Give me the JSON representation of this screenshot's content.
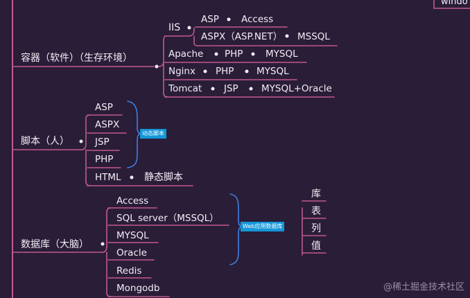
{
  "top_right_fragment": "windo",
  "branches": {
    "container": {
      "label": "容器（软件）（生存环境）",
      "iis": "IIS",
      "iis_row1": [
        "ASP",
        "Access"
      ],
      "iis_row2": [
        "ASPX（ASP.NET）",
        "MSSQL"
      ],
      "row_apache": [
        "Apache",
        "PHP",
        "MYSQL"
      ],
      "row_nginx": [
        "Nginx",
        "PHP",
        "MYSQL"
      ],
      "row_tomcat": [
        "Tomcat",
        "JSP",
        "MYSQL+Oracle"
      ]
    },
    "script": {
      "label": "脚本（人）",
      "items": [
        "ASP",
        "ASPX",
        "JSP",
        "PHP",
        "HTML"
      ],
      "static_note": "静态脚本",
      "dynamic_tag": "动态脚本"
    },
    "database": {
      "label": "数据库（大脑）",
      "items": [
        "Access",
        "SQL server（MSSQL）",
        "MYSQL",
        "Oracle",
        "Redis",
        "Mongodb"
      ],
      "web_tag": "Web应用数据库",
      "structure": [
        "库",
        "表",
        "列",
        "值"
      ]
    }
  },
  "watermark": "@稀土掘金技术社区"
}
